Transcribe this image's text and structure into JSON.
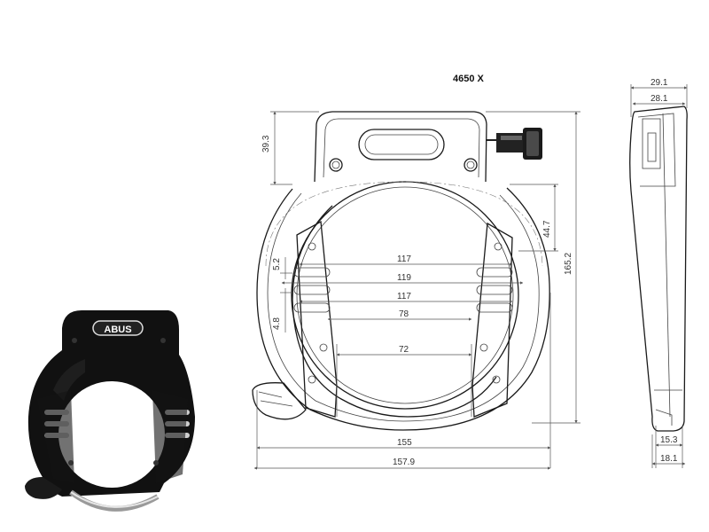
{
  "drawing": {
    "model": "4650 X",
    "brand": "ABUS",
    "dimensions": {
      "top_height": "39.3",
      "right_height": "165.2",
      "upper_span": "44.7",
      "width_117_top": "117",
      "width_119": "119",
      "width_117_bottom": "117",
      "width_78": "78",
      "width_72": "72",
      "width_155": "155",
      "width_157_9": "157.9",
      "small_5_2": "5.2",
      "small_4_8": "4.8",
      "side_29_1": "29.1",
      "side_28_1": "28.1",
      "side_15_3": "15.3",
      "side_18_1": "18.1"
    }
  }
}
